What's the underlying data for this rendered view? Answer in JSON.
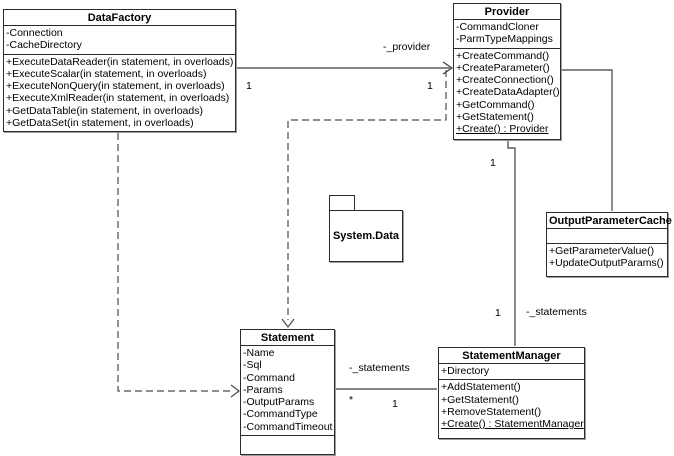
{
  "diagram": {
    "classes": [
      {
        "name": "DataFactory",
        "attributes": [
          "-Connection",
          "-CacheDirectory"
        ],
        "methods": [
          "+ExecuteDataReader(in statement, in overloads)",
          "+ExecuteScalar(in statement, in overloads)",
          "+ExecuteNonQuery(in statement, in overloads)",
          "+ExecuteXmlReader(in statement, in overloads)",
          "+GetDataTable(in statement, in overloads)",
          "+GetDataSet(in statement, in overloads)"
        ]
      },
      {
        "name": "Provider",
        "attributes": [
          "-CommandCloner",
          "-ParmTypeMappings"
        ],
        "methods": [
          "+CreateCommand()",
          "+CreateParameter()",
          "+CreateConnection()",
          "+CreateDataAdapter()",
          "+GetCommand()",
          "+GetStatement()",
          "+Create() : Provider"
        ]
      },
      {
        "name": "OutputParameterCache",
        "attributes": [],
        "methods": [
          "+GetParameterValue()",
          "+UpdateOutputParams()"
        ]
      },
      {
        "name": "Statement",
        "attributes": [
          "-Name",
          "-Sql",
          "-Command",
          "-Params",
          "-OutputParams",
          "-CommandType",
          "-CommandTimeout"
        ],
        "methods": []
      },
      {
        "name": "StatementManager",
        "attributes": [
          "+Directory"
        ],
        "methods": [
          "+AddStatement()",
          "+GetStatement()",
          "+RemoveStatement()",
          "+Create() : StatementManager"
        ]
      }
    ],
    "package": {
      "name": "System.Data"
    },
    "connector_labels": {
      "provider_role": "-_provider",
      "df_provider_mult_source": "1",
      "df_provider_mult_target": "1",
      "provider_sm_mult_top": "1",
      "provider_sm_mult_bottom": "1",
      "provider_sm_role": "-_statements",
      "statement_sm_role": "-_statements",
      "statement_sm_mult_source": "*",
      "statement_sm_mult_target": "1"
    },
    "colors": {
      "background": "#ffffff",
      "border": "#2b2b2b",
      "solid_line": "#3f3f3f",
      "dashed_line": "#4a4a4a",
      "text": "#000000"
    }
  }
}
